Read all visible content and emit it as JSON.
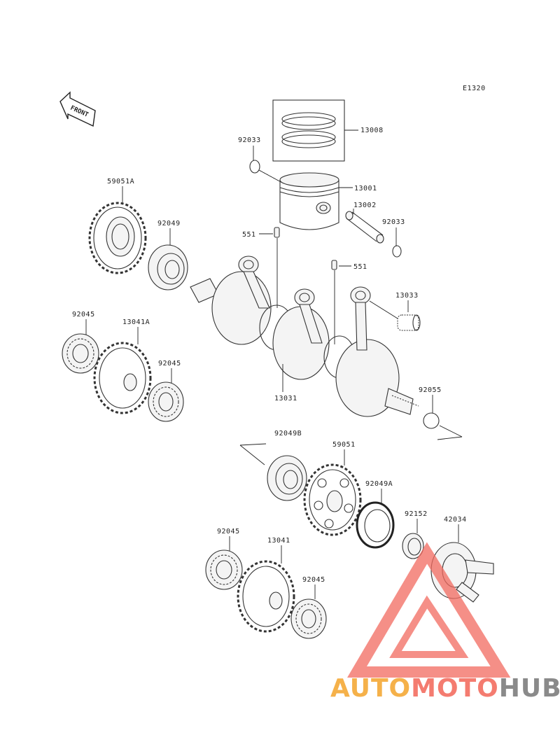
{
  "diagram_code": "E1320",
  "front_label": "FRONT",
  "watermark": {
    "text_a": "AUTO",
    "text_b": "MOTO",
    "text_c": "HUB",
    "color_a": "#f5b14a",
    "color_b": "#f47c70",
    "color_c": "#8a8a8a",
    "triangle_color": "#f26a5f"
  },
  "labels": {
    "l13008": "13008",
    "l92033a": "92033",
    "l13001": "13001",
    "l13002": "13002",
    "l92033b": "92033",
    "l59051A": "59051A",
    "l92049": "92049",
    "l551a": "551",
    "l551b": "551",
    "l13033": "13033",
    "l92045a": "92045",
    "l13041A": "13041A",
    "l92045b": "92045",
    "l13031": "13031",
    "l92055": "92055",
    "l92049B": "92049B",
    "l59051": "59051",
    "l92049A": "92049A",
    "l92152": "92152",
    "l42034": "42034",
    "l92045c": "92045",
    "l13041": "13041",
    "l92045d": "92045"
  }
}
